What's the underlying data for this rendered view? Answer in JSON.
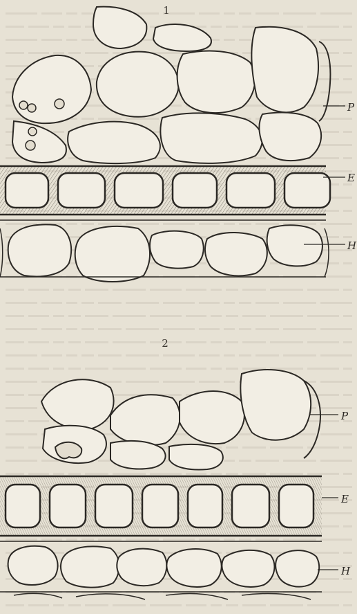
{
  "figures": [
    {
      "number": "1",
      "labels": {
        "p": "P",
        "e": "E",
        "h": "H"
      }
    },
    {
      "number": "2",
      "labels": {
        "p": "P",
        "e": "E",
        "h": "H"
      }
    }
  ],
  "colors": {
    "paper": "#e7e2d5",
    "ink": "#2b2824",
    "cell_fill": "#f2eee4",
    "hatch": "#8c877c",
    "bleed_text": "#b9b3a5"
  }
}
